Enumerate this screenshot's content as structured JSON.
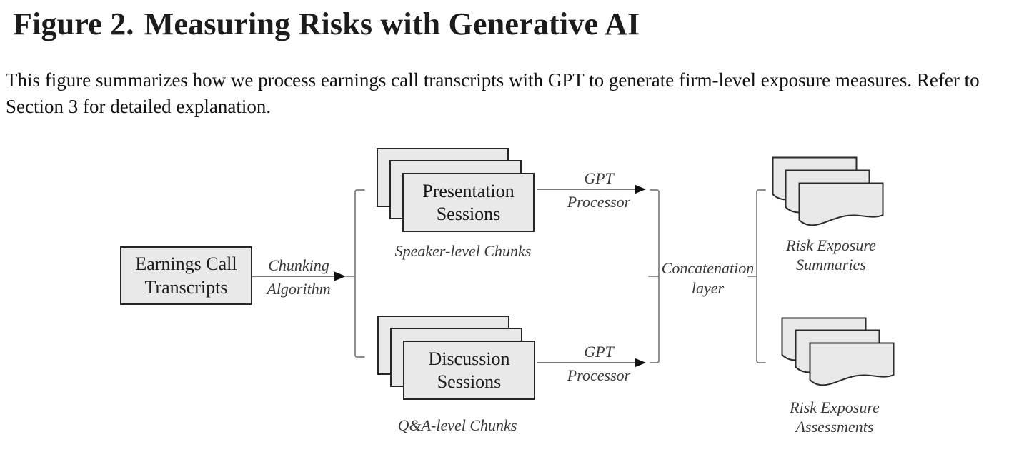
{
  "header": {
    "figure_label": "Figure 2.",
    "figure_title": "Measuring Risks with Generative AI",
    "caption": "This figure summarizes how we process earnings call transcripts with GPT to generate firm-level exposure measures. Refer to Section 3 for detailed explanation."
  },
  "diagram": {
    "input_box": {
      "line1": "Earnings Call",
      "line2": "Transcripts"
    },
    "chunking_arrow": {
      "label_top": "Chunking",
      "label_bottom": "Algorithm"
    },
    "presentation_stack": {
      "line1": "Presentation",
      "line2": "Sessions",
      "caption": "Speaker-level Chunks"
    },
    "discussion_stack": {
      "line1": "Discussion",
      "line2": "Sessions",
      "caption": "Q&A-level Chunks"
    },
    "gpt_arrow_top": {
      "label_top": "GPT",
      "label_bottom": "Processor"
    },
    "gpt_arrow_bottom": {
      "label_top": "GPT",
      "label_bottom": "Processor"
    },
    "concatenation": {
      "line1": "Concatenation",
      "line2": "layer"
    },
    "summaries_stack": {
      "caption_line1": "Risk Exposure",
      "caption_line2": "Summaries"
    },
    "assessments_stack": {
      "caption_line1": "Risk Exposure",
      "caption_line2": "Assessments"
    }
  },
  "colors": {
    "box_fill": "#e9e9e9",
    "box_border": "#262626",
    "bracket_stroke": "#7d7d7d",
    "arrow_line": "#666666",
    "arrowhead": "#111111",
    "text": "#1c1c1c"
  }
}
